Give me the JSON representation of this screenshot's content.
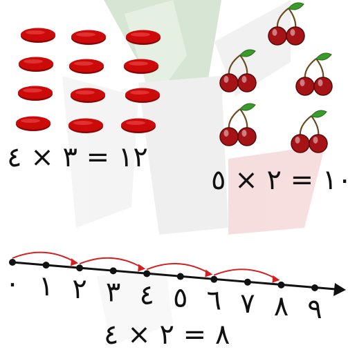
{
  "equations": {
    "discs": "١٢ = ٣ × ٤",
    "cherries": "١٠ = ٢ × ٥",
    "number_line": "٨ = ٢ × ٤"
  },
  "number_line": {
    "labels": [
      "٠",
      "١",
      "٢",
      "٣",
      "٤",
      "٥",
      "٦",
      "٧",
      "٨",
      "٩"
    ],
    "hops": [
      [
        0,
        2
      ],
      [
        2,
        4
      ],
      [
        4,
        6
      ],
      [
        6,
        8
      ]
    ]
  },
  "discs": {
    "rows": 4,
    "columns": 3,
    "total": 12
  },
  "cherry_pairs": {
    "count": 5
  },
  "colors": {
    "disc": "#cc0a0a",
    "cherry": "#a51317",
    "leaf": "#3a9a2a",
    "stem": "#6b4a1e",
    "arc": "#d42020",
    "line": "#111111",
    "watermark_green": "#b7d3b2",
    "watermark_red": "#f0c4c4",
    "watermark_grey": "#e3e3e3"
  }
}
